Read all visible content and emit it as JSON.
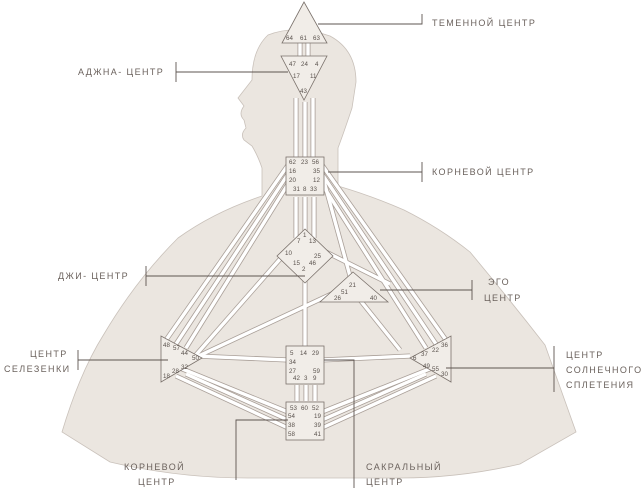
{
  "labels": {
    "crown": "ТЕМЕННОЙ ЦЕНТР",
    "ajna": "АДЖНА- ЦЕНТР",
    "throat": "КОРНЕВОЙ ЦЕНТР",
    "g": "ДЖИ- ЦЕНТР",
    "ego_line1": "ЭГО",
    "ego_line2": "ЦЕНТР",
    "spleen_line1": "ЦЕНТР",
    "spleen_line2": "СЕЛЕЗЕНКИ",
    "solar_line1": "ЦЕНТР",
    "solar_line2": "СОЛНЕЧНОГО",
    "solar_line3": "СПЛЕТЕНИЯ",
    "root_line1": "КОРНЕВОЙ",
    "root_line2": "ЦЕНТР",
    "sacral_line1": "САКРАЛЬНЫЙ",
    "sacral_line2": "ЦЕНТР"
  },
  "gates": {
    "crown": [
      "64",
      "61",
      "63"
    ],
    "ajna": [
      "47",
      "24",
      "4",
      "17",
      "11",
      "43"
    ],
    "throat": [
      "62",
      "23",
      "56",
      "16",
      "35",
      "20",
      "12",
      "31",
      "8",
      "33"
    ],
    "g": [
      "1",
      "7",
      "13",
      "10",
      "25",
      "15",
      "46",
      "2"
    ],
    "ego": [
      "21",
      "51",
      "26",
      "40"
    ],
    "spleen": [
      "48",
      "57",
      "44",
      "50",
      "32",
      "28",
      "18"
    ],
    "sacral": [
      "5",
      "14",
      "29",
      "34",
      "27",
      "59",
      "42",
      "3",
      "9"
    ],
    "solar": [
      "36",
      "22",
      "6",
      "37",
      "49",
      "55",
      "30"
    ],
    "root": [
      "53",
      "60",
      "52",
      "54",
      "19",
      "38",
      "39",
      "58",
      "41"
    ]
  },
  "colors": {
    "silhouette": "#ebe6e0",
    "center_fill": "#f1ede8",
    "outline": "#7a716b",
    "text": "#6b625d"
  }
}
